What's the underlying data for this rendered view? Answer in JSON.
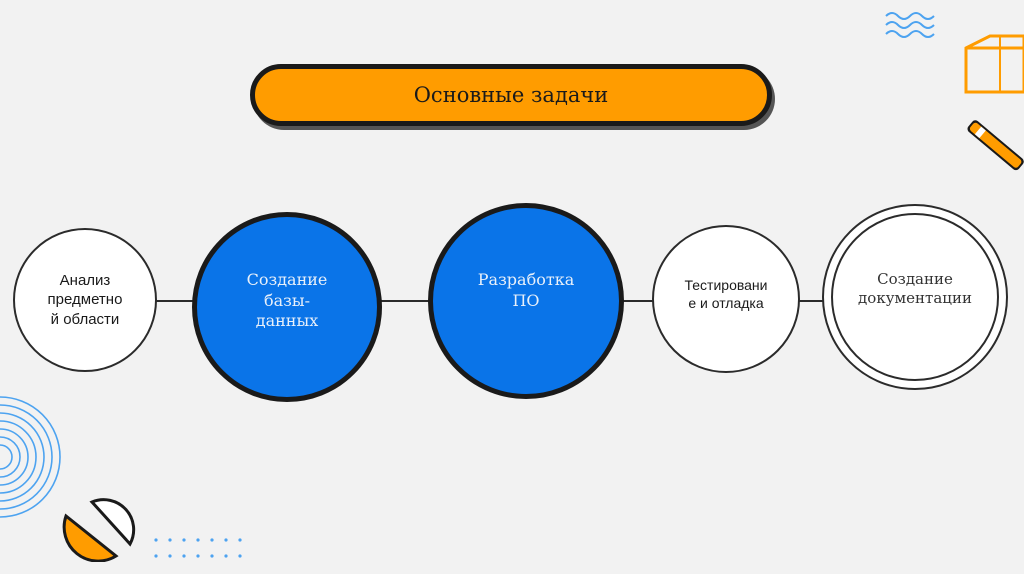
{
  "title": "Основные задачи",
  "nodes": [
    {
      "label": "Анализ\nпредметно\nй области"
    },
    {
      "label": "Создание\nбазы-\nданных"
    },
    {
      "label": "Разработка\nПО"
    },
    {
      "label": "Тестировани\nе и отладка"
    },
    {
      "label": "Создание\nдокументации"
    }
  ],
  "colors": {
    "accent_orange": "#ff9c00",
    "node_blue": "#0a74e8",
    "outline": "#1a1a1a",
    "decor_blue": "#4da3f0"
  },
  "decorations": [
    "waves-icon",
    "cube-icon",
    "pencil-icon",
    "concentric-arcs",
    "orange-half-circle",
    "dot-grid"
  ]
}
